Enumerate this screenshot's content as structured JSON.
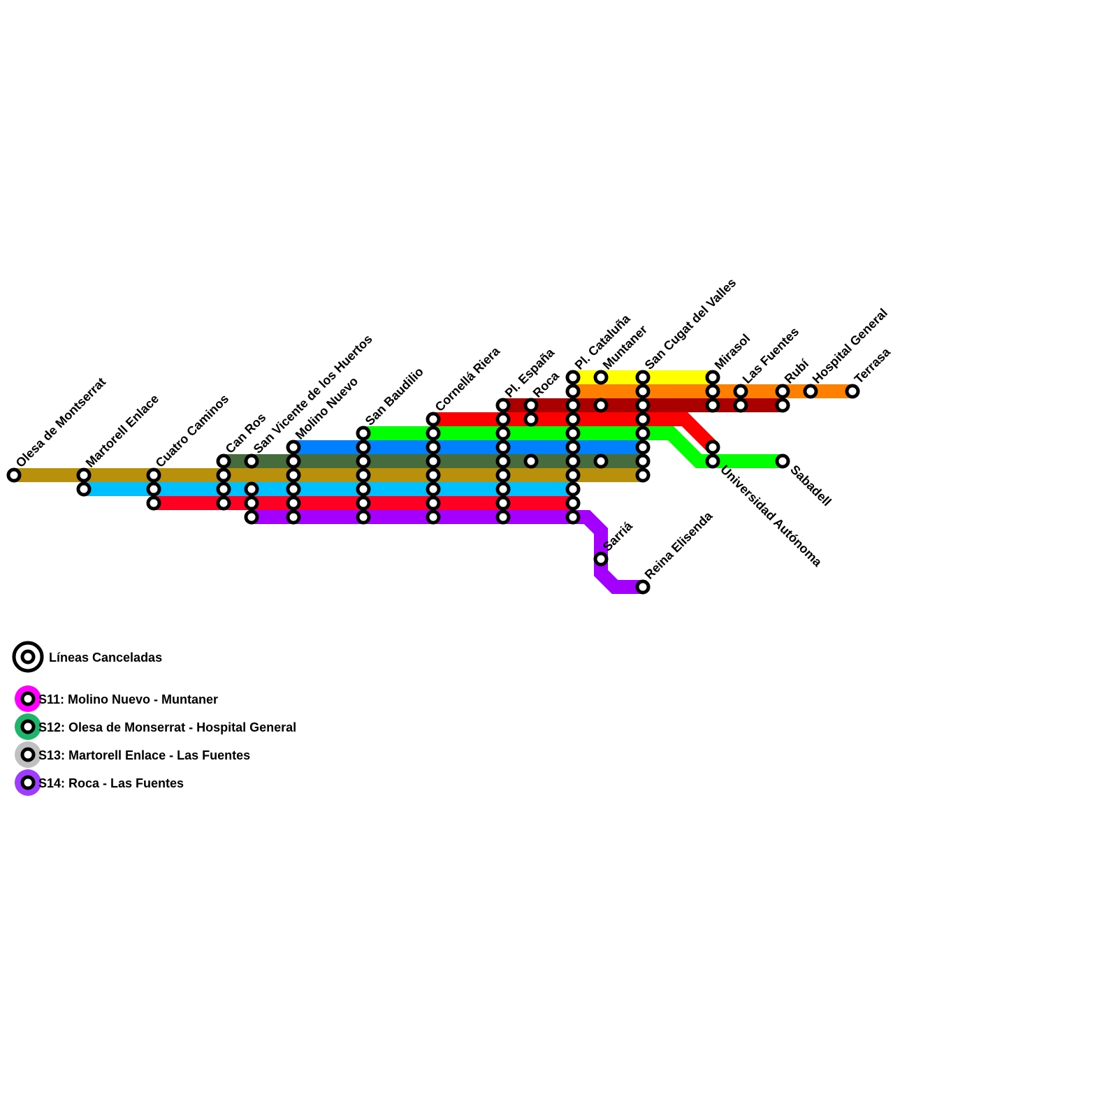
{
  "line_colors": {
    "olive": "#b8900c",
    "cyan": "#00bfff",
    "red": "#ff0022",
    "purple": "#a400ff",
    "darkgreen": "#466b3c",
    "blue": "#0080ff",
    "green": "#00ff00",
    "red2": "#ff0000",
    "darkred": "#aa0000",
    "orange": "#ff8000",
    "yellow": "#ffff00"
  },
  "stations": [
    {
      "id": "olesa",
      "name": "Olesa de Montserrat"
    },
    {
      "id": "martorell",
      "name": "Martorell Enlace"
    },
    {
      "id": "cuatro",
      "name": "Cuatro Caminos"
    },
    {
      "id": "canros",
      "name": "Can Ros"
    },
    {
      "id": "sanvicente",
      "name": "San Vicente de los Huertos"
    },
    {
      "id": "molino",
      "name": "Molino Nuevo"
    },
    {
      "id": "sanbaudilio",
      "name": "San Baudilio"
    },
    {
      "id": "cornella",
      "name": "Cornellá Riera"
    },
    {
      "id": "plespana",
      "name": "Pl. España"
    },
    {
      "id": "roca",
      "name": "Roca"
    },
    {
      "id": "plcataluna",
      "name": "Pl. Cataluña"
    },
    {
      "id": "muntaner",
      "name": "Muntaner"
    },
    {
      "id": "sancugat",
      "name": "San Cugat del Valles"
    },
    {
      "id": "mirasol",
      "name": "Mirasol"
    },
    {
      "id": "lasfuentes",
      "name": "Las Fuentes"
    },
    {
      "id": "rubi",
      "name": "Rubí"
    },
    {
      "id": "hospital",
      "name": "Hospital General"
    },
    {
      "id": "terrasa",
      "name": "Terrasa"
    },
    {
      "id": "sabadell",
      "name": "Sabadell"
    },
    {
      "id": "uab",
      "name": "Universidad Autónoma"
    },
    {
      "id": "sarria",
      "name": "Sarriá"
    },
    {
      "id": "reina",
      "name": "Reina Elisenda"
    }
  ],
  "legend": {
    "cancelled": {
      "label": "Líneas Canceladas"
    },
    "lines": [
      {
        "label": "S11: Molino Nuevo - Muntaner",
        "color": "#ff00ff"
      },
      {
        "label": "S12: Olesa de Monserrat - Hospital General",
        "color": "#1fb36b"
      },
      {
        "label": "S13: Martorell Enlace - Las Fuentes",
        "color": "#c0c0c0"
      },
      {
        "label": "S14: Roca - Las Fuentes",
        "color": "#9e3cff"
      }
    ]
  }
}
